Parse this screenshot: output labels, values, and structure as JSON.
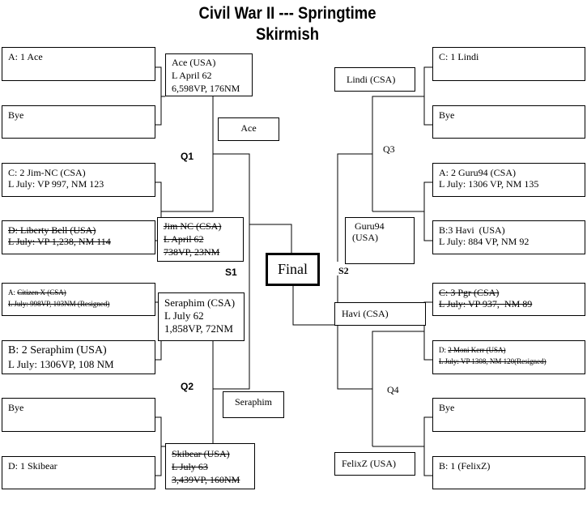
{
  "title": {
    "line1": "Civil War II --- Springtime",
    "line2": "Skirmish"
  },
  "left": {
    "r1": [
      {
        "lines": [
          "A: 1 Ace"
        ]
      },
      {
        "lines": [
          "Bye"
        ]
      },
      {
        "lines": [
          "C: 2 Jim-NC (CSA)",
          "L July: VP 997, NM 123"
        ]
      },
      {
        "lines": [
          "D: Liberty Bell (USA)",
          "L July: VP 1,238, NM 114"
        ],
        "struck": true
      },
      {
        "prefix": "A: ",
        "lines": [
          "Citizen X (CSA)",
          "L July: 998VP, 103NM (Resigned)"
        ],
        "struck": true
      },
      {
        "lines": [
          "B: 2 Seraphim (USA)",
          "L July: 1306VP, 108 NM"
        ]
      },
      {
        "lines": [
          "Bye"
        ]
      },
      {
        "lines": [
          "D: 1 Skibear"
        ]
      }
    ],
    "r2": [
      {
        "lines": [
          "Ace (USA)",
          "L April 62",
          "6,598VP, 176NM"
        ]
      },
      {
        "lines": [
          "Jim NC (CSA)",
          "L April 62",
          "738VP, 23NM"
        ],
        "struck": true
      },
      {
        "lines": [
          "Seraphim (CSA)",
          "L July 62",
          "1,858VP, 72NM"
        ]
      },
      {
        "lines": [
          "Skibear (USA)",
          "L July 63",
          "3,439VP, 160NM"
        ],
        "struck": true
      }
    ],
    "semis": [
      "Ace",
      "Seraphim"
    ]
  },
  "right": {
    "r1": [
      {
        "lines": [
          "C: 1 Lindi"
        ]
      },
      {
        "lines": [
          "Bye"
        ]
      },
      {
        "lines": [
          "A: 2 Guru94 (CSA)",
          "L July: 1306 VP, NM 135"
        ]
      },
      {
        "lines": [
          "B:3 Havi  (USA)",
          "L July: 884 VP, NM 92"
        ]
      },
      {
        "lines": [
          "C: 3 Pgr (CSA)",
          "L July: VP 937,  NM 89"
        ],
        "struck": true
      },
      {
        "prefix": "D: ",
        "lines": [
          "2 Moni Kerr (USA)",
          "L July: VP 1308, NM 120(Resigned)"
        ],
        "struck": true
      },
      {
        "lines": [
          "Bye"
        ]
      },
      {
        "lines": [
          "B: 1 (FelixZ)"
        ]
      }
    ],
    "r2": [
      {
        "lines": [
          "Lindi (CSA)"
        ]
      },
      {
        "lines": [
          "Guru94",
          "(USA)"
        ]
      },
      {
        "lines": [
          "Havi (CSA)"
        ]
      },
      {
        "lines": [
          "FelixZ (USA)"
        ]
      }
    ]
  },
  "labels": {
    "q1": "Q1",
    "q2": "Q2",
    "q3": "Q3",
    "q4": "Q4",
    "s1": "S1",
    "s2": "S2",
    "final": "Final"
  }
}
